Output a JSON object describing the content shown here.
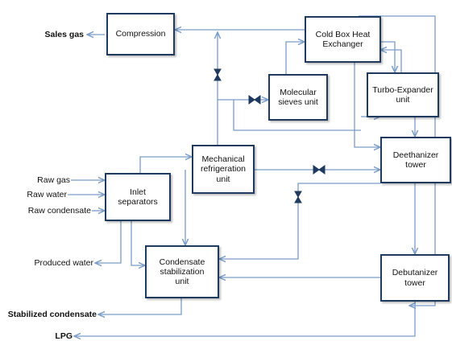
{
  "colors": {
    "line": "#7a9cc6",
    "box_border": "#1f3a5f",
    "valve": "#1f3a5f"
  },
  "boxes": {
    "compression": "Compression",
    "cold_box": "Cold Box Heat\nExchanger",
    "molecular_sieves": "Molecular\nsieves unit",
    "turbo_expander": "Turbo-Expander\nunit",
    "mechanical_refrigeration": "Mechanical\nrefrigeration\nunit",
    "deethanizer": "Deethanizer\ntower",
    "inlet_separators": "Inlet\nseparators",
    "condensate_stabilization": "Condensate\nstabilization\nunit",
    "debutanizer": "Debutanizer\ntower"
  },
  "streams": {
    "sales_gas": "Sales gas",
    "raw_gas": "Raw gas",
    "raw_water": "Raw water",
    "raw_condensate": "Raw condensate",
    "produced_water": "Produced water",
    "stabilized_condensate": "Stabilized condensate",
    "lpg": "LPG"
  }
}
